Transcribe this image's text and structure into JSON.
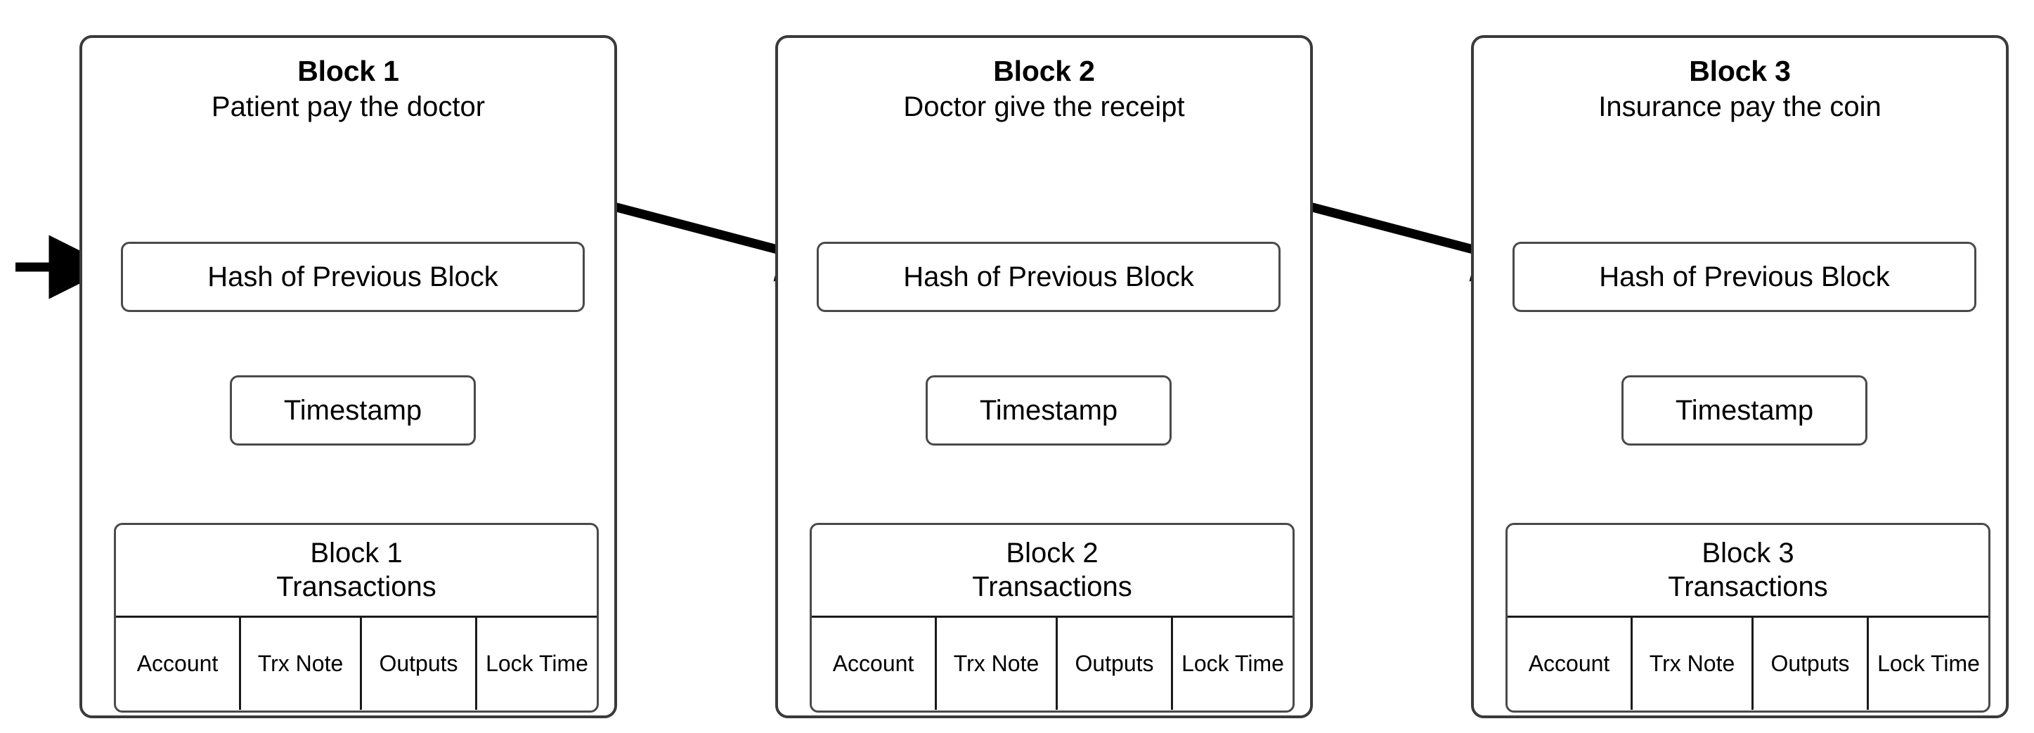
{
  "diagram": {
    "title": "Blockchain block chain diagram",
    "line_color": "#000000",
    "box_border_color": "#4a4a4a",
    "card_border_color": "#3a3a3a",
    "blocks": [
      {
        "title": "Block 1",
        "subtitle": "Patient pay the doctor",
        "hash_label": "Hash of Previous Block",
        "timestamp_label": "Timestamp",
        "tx_title_line1": "Block 1",
        "tx_title_line2": "Transactions",
        "tx_columns": [
          "Account",
          "Trx Note",
          "Outputs",
          "Lock Time"
        ]
      },
      {
        "title": "Block 2",
        "subtitle": "Doctor give the receipt",
        "hash_label": "Hash of Previous Block",
        "timestamp_label": "Timestamp",
        "tx_title_line1": "Block 2",
        "tx_title_line2": "Transactions",
        "tx_columns": [
          "Account",
          "Trx Note",
          "Outputs",
          "Lock Time"
        ]
      },
      {
        "title": "Block 3",
        "subtitle": "Insurance pay the coin",
        "hash_label": "Hash of Previous Block",
        "timestamp_label": "Timestamp",
        "tx_title_line1": "Block 3",
        "tx_title_line2": "Transactions",
        "tx_columns": [
          "Account",
          "Trx Note",
          "Outputs",
          "Lock Time"
        ]
      }
    ],
    "connectors": [
      {
        "name": "entry-arrow",
        "from": "chain-start",
        "to": "Block 1 hash"
      },
      {
        "name": "block1-to-block2-arrow",
        "from": "Block 1",
        "to": "Block 2 hash"
      },
      {
        "name": "block2-to-block3-arrow",
        "from": "Block 2",
        "to": "Block 3 hash"
      }
    ]
  }
}
